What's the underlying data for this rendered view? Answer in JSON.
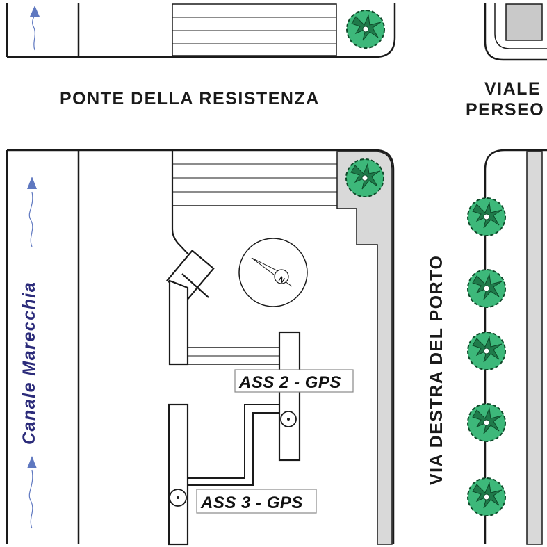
{
  "streets": {
    "bridge": "PONTE  DELLA  RESISTENZA",
    "viale_line1": "VIALE",
    "viale_line2": "PERSEO",
    "via": "VIA  DESTRA  DEL  PORTO"
  },
  "canal": {
    "name": "Canale  Marecchia"
  },
  "stations": {
    "ass2": "ASS 2 - GPS",
    "ass3": "ASS 3 - GPS"
  },
  "compass": {
    "letter": "N"
  },
  "colors": {
    "line": "#1a1a1a",
    "sidewalk": "#d9d9d9",
    "tree": "#3db87a",
    "tree_dark": "#0f4a2a",
    "water_arrow": "#5f78c0",
    "building": "#c9c9c9"
  }
}
